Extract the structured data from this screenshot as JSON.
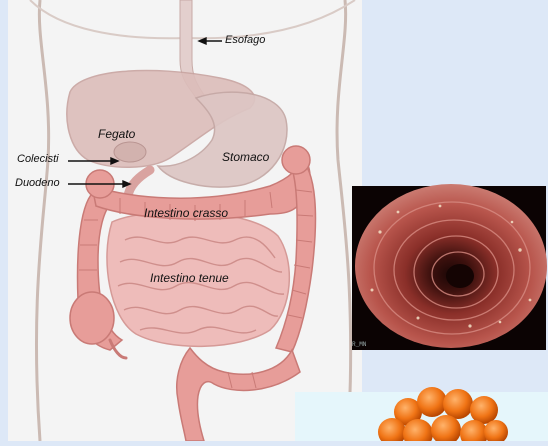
{
  "figure": {
    "labels": {
      "esofago": "Esofago",
      "fegato": "Fegato",
      "colecisti": "Colecisti",
      "stomaco": "Stomaco",
      "duodeno": "Duodeno",
      "intestino_crasso": "Intestino crasso",
      "intestino_tenue": "Intestino tenue"
    },
    "endoscopy_caption": "R_MN"
  },
  "colors": {
    "background": "#dde8f7",
    "body_panel": "#f3f3f3",
    "skin_outline": "#c9b7b0",
    "liver": "#d9b9b6",
    "stomach": "#dcc3c1",
    "large_intestine": "#e59a96",
    "small_intestine": "#e8b4b2",
    "endoscopy_wall": "#b34b43",
    "pancreas": "#e66a10"
  }
}
